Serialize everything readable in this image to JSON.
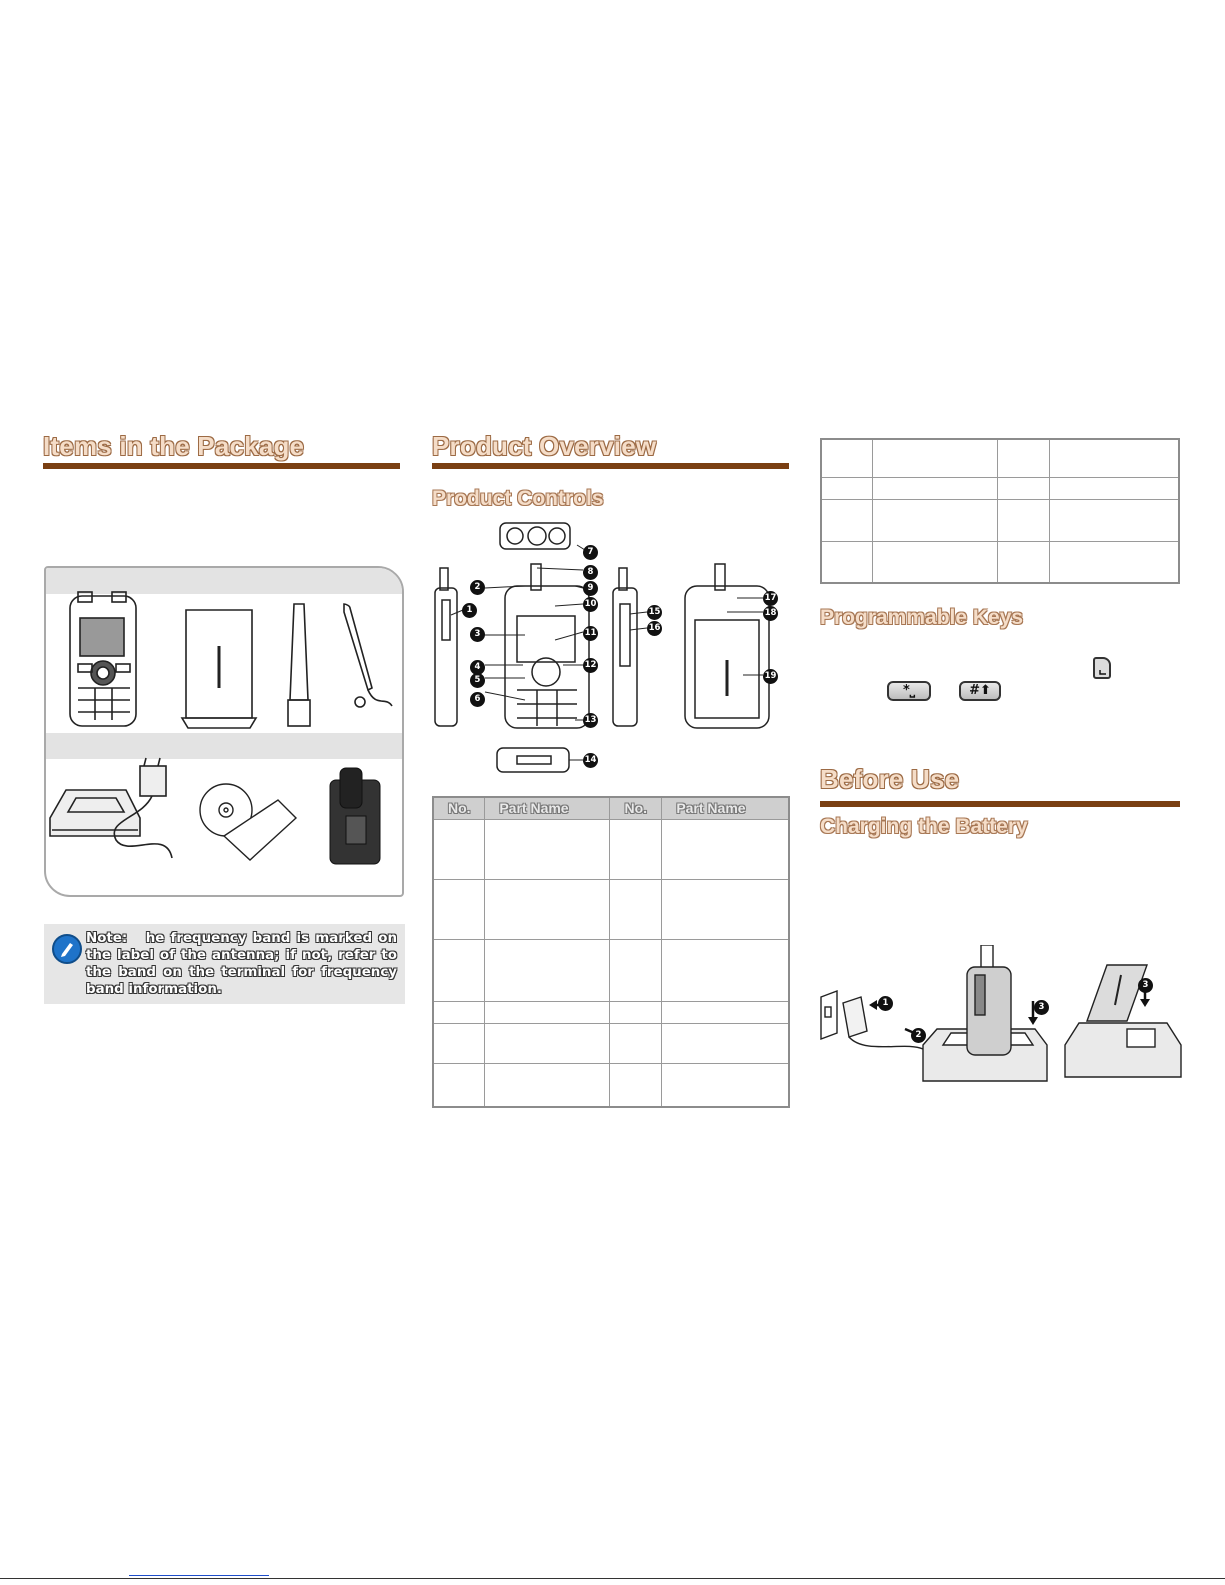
{
  "left": {
    "title": "Items in the Package",
    "note": {
      "label": "Note:",
      "text": "he frequency band is marked on the label of the antenna; if not, refer to the band on the terminal for frequency band information."
    }
  },
  "middle": {
    "title": "Product Overview",
    "subtitle": "Product Controls",
    "callouts": [
      "1",
      "2",
      "3",
      "4",
      "5",
      "6",
      "7",
      "8",
      "9",
      "10",
      "11",
      "12",
      "13",
      "14",
      "15",
      "16",
      "17",
      "18",
      "19"
    ],
    "table": {
      "headers": [
        "No.",
        "Part Name",
        "No.",
        "Part Name"
      ]
    }
  },
  "right": {
    "programmable_title": "Programmable Keys",
    "keys": {
      "star": "*⎵",
      "hash": "#⬆"
    },
    "before_title": "Before Use",
    "charging_title": "Charging the Battery",
    "steps": [
      "1",
      "2",
      "3",
      "3"
    ]
  },
  "colors": {
    "rule": "#7a3f12",
    "heading_fill": "#f5ddc8",
    "heading_outline": "#9c6a44"
  }
}
